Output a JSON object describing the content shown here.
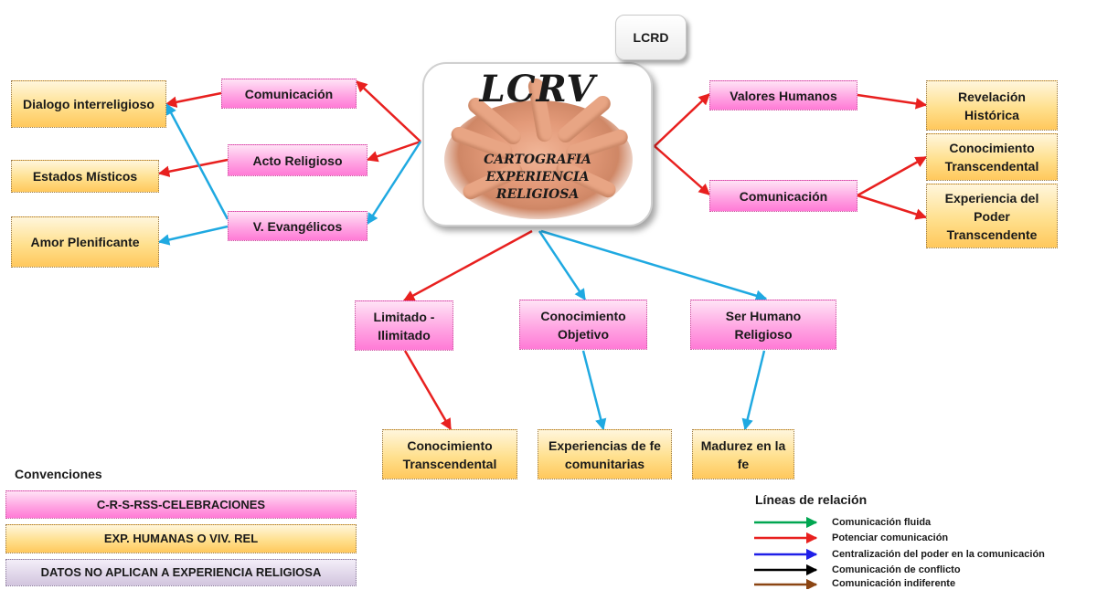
{
  "center": {
    "title": "LCRV",
    "subtitle": "CARTOGRAFIA\nEXPERIENCIA\nRELIGIOSA"
  },
  "lcrd_label": "LCRD",
  "nodes": {
    "comunicacion_left": "Comunicación",
    "acto_religioso": "Acto Religioso",
    "v_evangelicos": "V. Evangélicos",
    "dialogo_interreligioso": "Dialogo interreligioso",
    "estados_misticos": "Estados Místicos",
    "amor_plenificante": "Amor Plenificante",
    "valores_humanos": "Valores Humanos",
    "comunicacion_right": "Comunicación",
    "revelacion_historica": "Revelación Histórica",
    "conocimiento_transcendental_right": "Conocimiento Transcendental",
    "experiencia_poder": "Experiencia del Poder Transcendente",
    "limitado_ilimitado": "Limitado - Ilimitado",
    "conocimiento_objetivo": "Conocimiento Objetivo",
    "ser_humano_religioso": "Ser Humano Religioso",
    "conocimiento_transcendental_bottom": "Conocimiento Transcendental",
    "experiencias_fe": "Experiencias de fe comunitarias",
    "madurez_fe": "Madurez en la fe"
  },
  "conventions": {
    "title": "Convenciones",
    "items": [
      "C-R-S-RSS-CELEBRACIONES",
      "EXP. HUMANAS O VIV. REL",
      "DATOS NO APLICAN A EXPERIENCIA RELIGIOSA"
    ]
  },
  "legend": {
    "title": "Líneas de relación",
    "items": [
      {
        "label": "Comunicación fluida",
        "color": "#00a651"
      },
      {
        "label": "Potenciar comunicación",
        "color": "#e8201f"
      },
      {
        "label": "Centralización del poder en la comunicación",
        "color": "#1f1fe8"
      },
      {
        "label": "Comunicación de conflicto",
        "color": "#000000"
      },
      {
        "label": "Comunicación indiferente",
        "color": "#8b4513"
      }
    ]
  },
  "colors": {
    "red": "#e8201f",
    "blue": "#1fa9e1",
    "pink_box": "#ffa6e3",
    "orange_box": "#ffe08e",
    "lavender_box": "#e1d7ea"
  }
}
